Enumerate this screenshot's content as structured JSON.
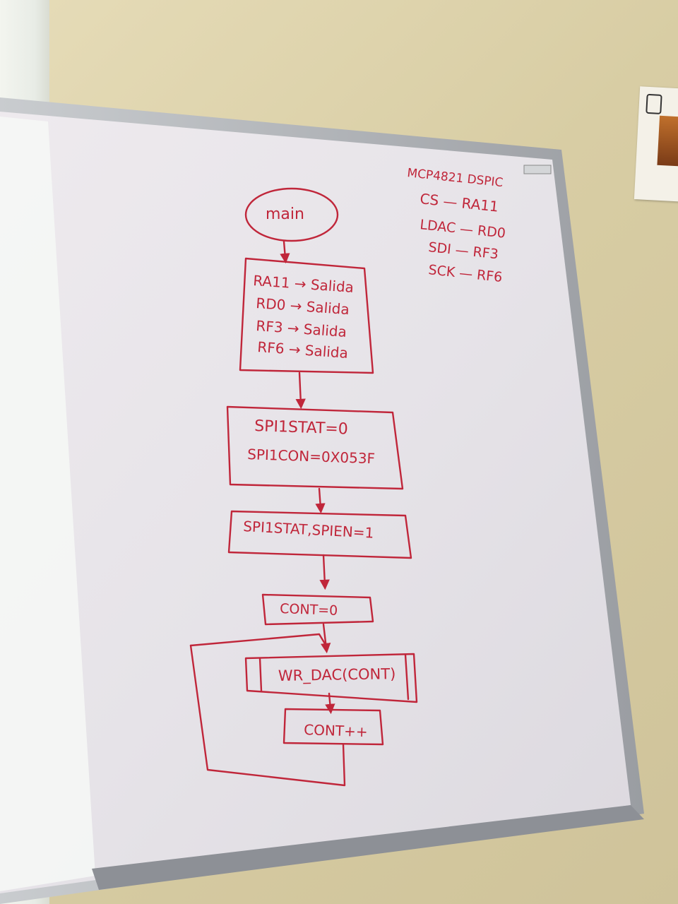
{
  "whiteboard": {
    "pin_note": {
      "title": "MCP4821 DSPIC",
      "pins": [
        "CS — RA11",
        "LDAC — RD0",
        "SDI — RF3",
        "SCK — RF6"
      ]
    },
    "flowchart": {
      "start": "main",
      "config_block": [
        "RA11 → Salida",
        "RD0 → Salida",
        "RF3 → Salida",
        "RF6 → Salida"
      ],
      "spi_block": [
        "SPI1STAT=0",
        "SPI1CON=0X053F"
      ],
      "enable_block": "SPI1STAT,SPIEN=1",
      "init_block": "CONT=0",
      "subroutine_block": "WR_DAC(CONT)",
      "increment_block": "CONT++"
    }
  },
  "colors": {
    "marker": "#c0263a",
    "board": "#e9e6ea",
    "frame": "#a9acb0",
    "wall": "#ddd2ab"
  }
}
